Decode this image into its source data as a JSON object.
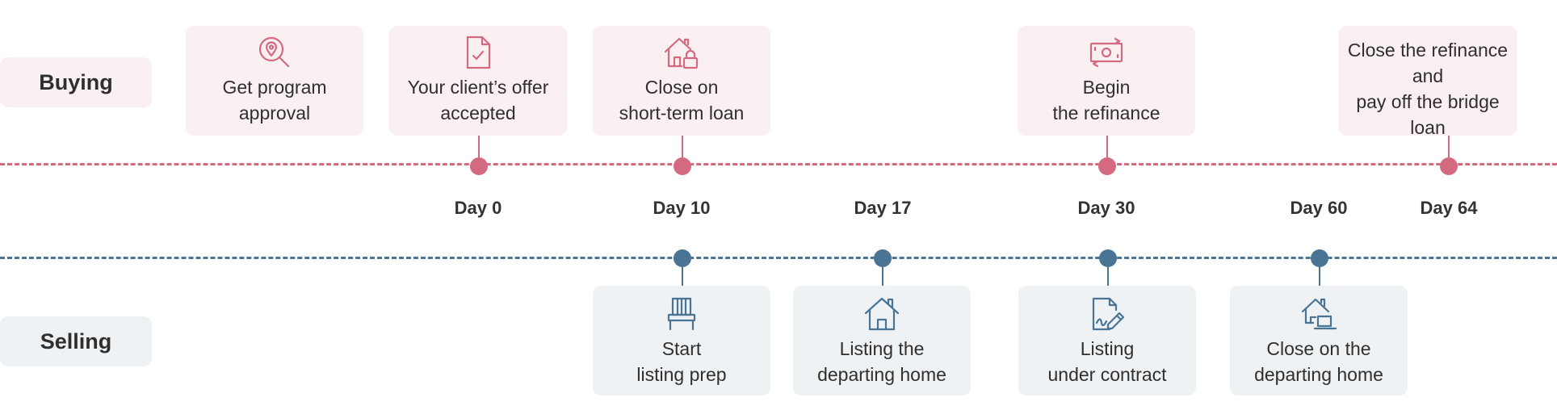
{
  "rows": {
    "buying_label": "Buying",
    "selling_label": "Selling"
  },
  "colors": {
    "buying_accent": "#d46a80",
    "buying_bg": "#fbf0f1",
    "selling_accent": "#4a7494",
    "selling_bg": "#eef2f5"
  },
  "days": [
    "Day 0",
    "Day 10",
    "Day 17",
    "Day 30",
    "Day 60",
    "Day 64"
  ],
  "buying_steps": [
    {
      "text": "Get program\napproval",
      "icon": "map-pin-search-icon"
    },
    {
      "text": "Your client’s offer\naccepted",
      "icon": "document-check-icon"
    },
    {
      "text": "Close on\nshort-term loan",
      "icon": "house-lock-icon"
    },
    {
      "text": "Begin\nthe refinance",
      "icon": "money-exchange-icon"
    },
    {
      "text": "Close the refinance and\npay off the bridge loan",
      "icon": "money-growth-icon"
    }
  ],
  "selling_steps": [
    {
      "text": "Start\nlisting prep",
      "icon": "table-icon"
    },
    {
      "text": "Listing the\ndeparting home",
      "icon": "house-icon"
    },
    {
      "text": "Listing\nunder contract",
      "icon": "contract-sign-icon"
    },
    {
      "text": "Close on the\ndeparting home",
      "icon": "house-laptop-icon"
    }
  ]
}
